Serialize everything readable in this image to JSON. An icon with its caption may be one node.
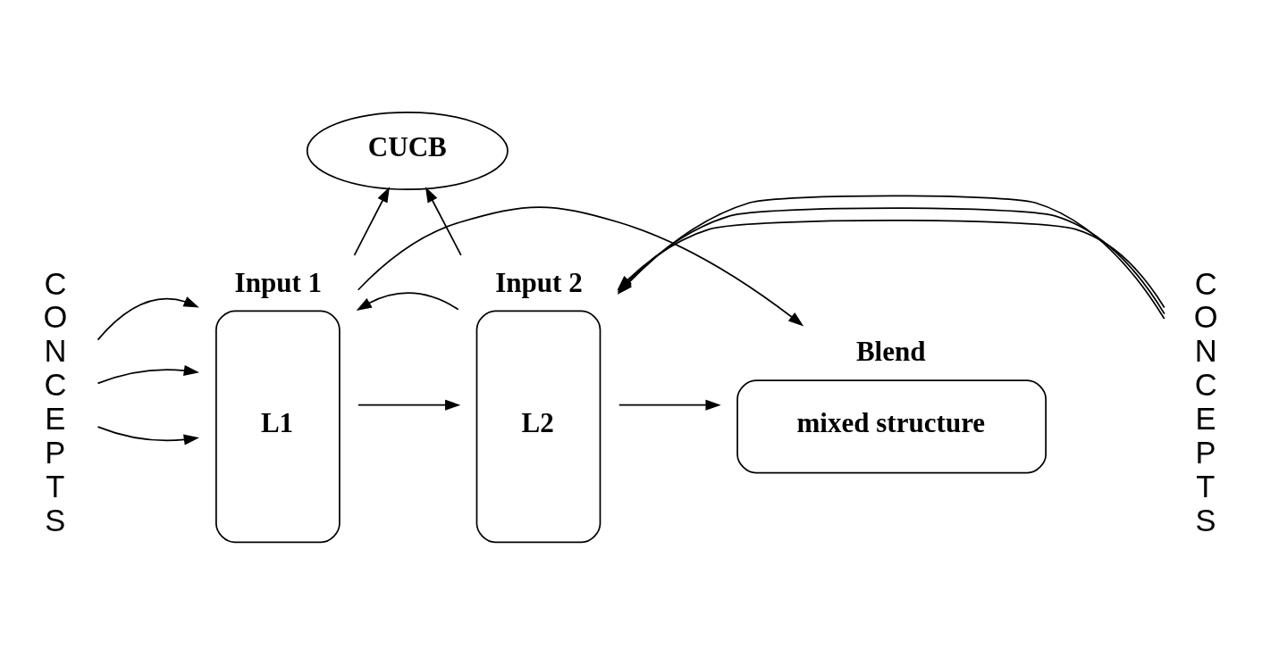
{
  "diagram": {
    "nodes": [
      {
        "text": [
          "CUCB"
        ]
      },
      {
        "text": [
          "Input 1",
          "L1"
        ]
      },
      {
        "text": [
          "Input 2",
          "L2"
        ]
      },
      {
        "text": [
          "Blend",
          "mixed structure"
        ]
      },
      {
        "text": [
          "CONCEPTS"
        ]
      },
      {
        "text": [
          "CONCEPTS"
        ]
      }
    ],
    "edges": [
      {
        "from": 4,
        "to": 1,
        "arrow": "to"
      },
      {
        "from": 4,
        "to": 1,
        "arrow": "to"
      },
      {
        "from": 4,
        "to": 1,
        "arrow": "to"
      },
      {
        "from": 1,
        "to": 0,
        "arrow": "to"
      },
      {
        "from": 2,
        "to": 0,
        "arrow": "to"
      },
      {
        "from": 1,
        "to": 2,
        "arrow": "to"
      },
      {
        "from": 2,
        "to": 1,
        "arrow": "to"
      },
      {
        "from": 1,
        "to": 3,
        "arrow": "to"
      },
      {
        "from": 2,
        "to": 3,
        "arrow": "to"
      },
      {
        "from": 5,
        "to": 2,
        "arrow": "to"
      },
      {
        "from": 5,
        "to": 2,
        "arrow": "to"
      },
      {
        "from": 5,
        "to": 2,
        "arrow": "to"
      }
    ]
  }
}
